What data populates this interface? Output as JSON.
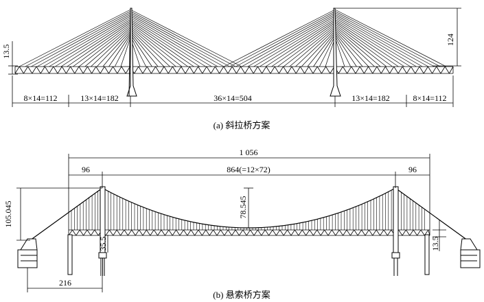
{
  "diagram_a": {
    "caption": "(a) 斜拉桥方案",
    "height_label": "124",
    "deck_label": "13.5",
    "spans": [
      "8×14=112",
      "13×14=182",
      "36×14=504",
      "13×14=182",
      "8×14=112"
    ]
  },
  "diagram_b": {
    "caption": "(b) 悬索桥方案",
    "total_span": "1 056",
    "side_span_left": "96",
    "main_span": "864(=12×72)",
    "side_span_right": "96",
    "tower_height": "105.045",
    "sag": "78.545",
    "tower_base": "35.5",
    "deck_label": "13.5",
    "anchor_span": "216"
  }
}
